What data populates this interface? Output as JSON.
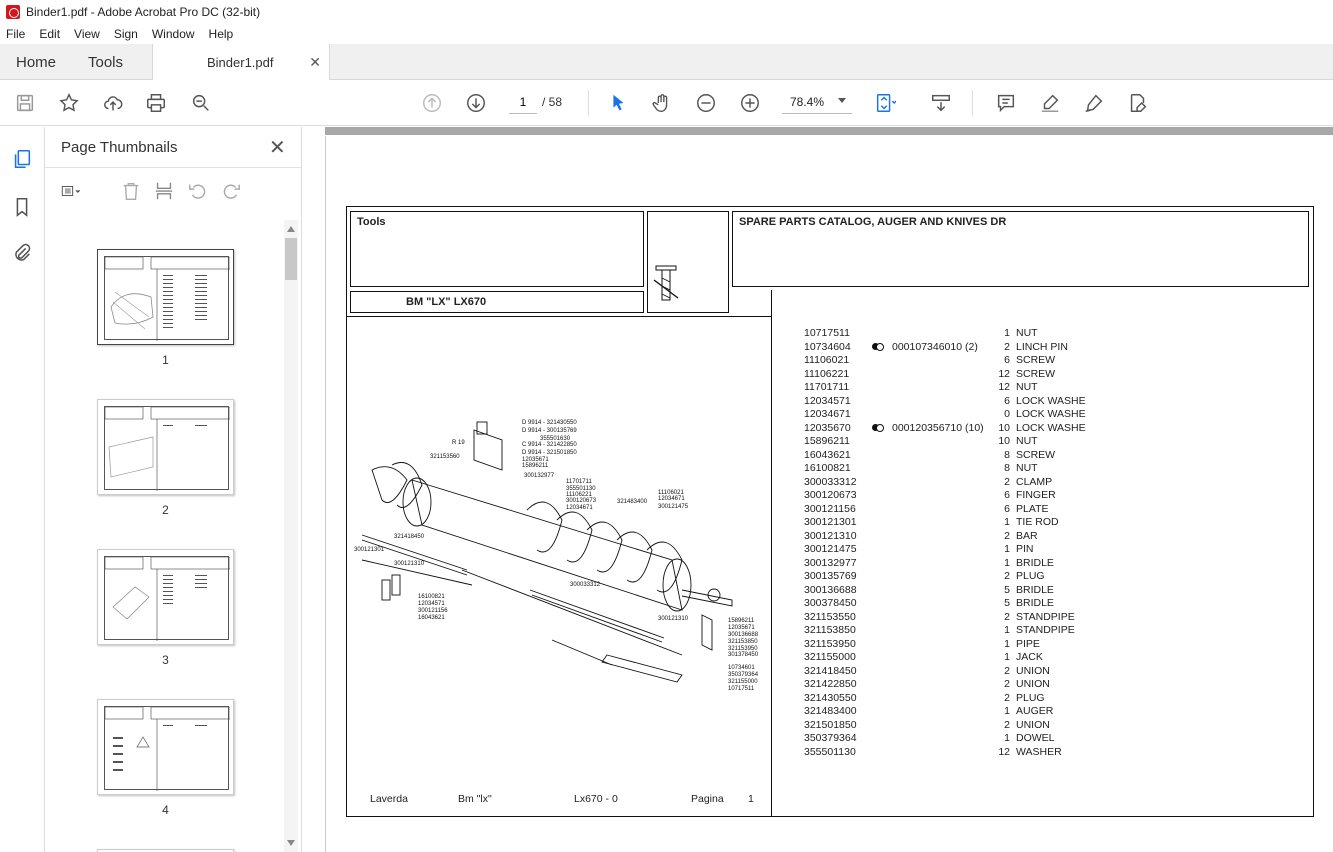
{
  "window": {
    "title": "Binder1.pdf - Adobe Acrobat Pro DC (32-bit)"
  },
  "menu": [
    "File",
    "Edit",
    "View",
    "Sign",
    "Window",
    "Help"
  ],
  "tabs": {
    "home": "Home",
    "tools": "Tools",
    "document": "Binder1.pdf"
  },
  "toolbar": {
    "page_current": "1",
    "page_total": "/ 58",
    "zoom": "78.4%"
  },
  "thumbnails": {
    "title": "Page Thumbnails",
    "pages": [
      "1",
      "2",
      "3",
      "4"
    ]
  },
  "document": {
    "header_left": "Tools",
    "header_right": "SPARE PARTS CATALOG, AUGER AND KNIVES DR",
    "model": "BM \"LX\" LX670",
    "footer": {
      "brand": "Laverda",
      "series": "Bm \"lx\"",
      "model": "Lx670 - 0",
      "page_label": "Pagina",
      "page_no": "1"
    },
    "parts": [
      {
        "code": "10717511",
        "alt": "",
        "qty": "1",
        "desc": "NUT"
      },
      {
        "code": "10734604",
        "alt": "000107346010  (2)",
        "qty": "2",
        "desc": "LINCH PIN"
      },
      {
        "code": "11106021",
        "alt": "",
        "qty": "6",
        "desc": "SCREW"
      },
      {
        "code": "11106221",
        "alt": "",
        "qty": "12",
        "desc": "SCREW"
      },
      {
        "code": "11701711",
        "alt": "",
        "qty": "12",
        "desc": "NUT"
      },
      {
        "code": "12034571",
        "alt": "",
        "qty": "6",
        "desc": "LOCK WASHE"
      },
      {
        "code": "12034671",
        "alt": "",
        "qty": "0",
        "desc": "LOCK WASHE"
      },
      {
        "code": "12035670",
        "alt": "000120356710  (10)",
        "qty": "10",
        "desc": "LOCK WASHE"
      },
      {
        "code": "15896211",
        "alt": "",
        "qty": "10",
        "desc": "NUT"
      },
      {
        "code": "16043621",
        "alt": "",
        "qty": "8",
        "desc": "SCREW"
      },
      {
        "code": "16100821",
        "alt": "",
        "qty": "8",
        "desc": "NUT"
      },
      {
        "code": "300033312",
        "alt": "",
        "qty": "2",
        "desc": "CLAMP"
      },
      {
        "code": "300120673",
        "alt": "",
        "qty": "6",
        "desc": "FINGER"
      },
      {
        "code": "300121156",
        "alt": "",
        "qty": "6",
        "desc": "PLATE"
      },
      {
        "code": "300121301",
        "alt": "",
        "qty": "1",
        "desc": "TIE ROD"
      },
      {
        "code": "300121310",
        "alt": "",
        "qty": "2",
        "desc": "BAR"
      },
      {
        "code": "300121475",
        "alt": "",
        "qty": "1",
        "desc": "PIN"
      },
      {
        "code": "300132977",
        "alt": "",
        "qty": "1",
        "desc": "BRIDLE"
      },
      {
        "code": "300135769",
        "alt": "",
        "qty": "2",
        "desc": "PLUG"
      },
      {
        "code": "300136688",
        "alt": "",
        "qty": "5",
        "desc": "BRIDLE"
      },
      {
        "code": "300378450",
        "alt": "",
        "qty": "5",
        "desc": "BRIDLE"
      },
      {
        "code": "321153550",
        "alt": "",
        "qty": "2",
        "desc": "STANDPIPE"
      },
      {
        "code": "321153850",
        "alt": "",
        "qty": "1",
        "desc": "STANDPIPE"
      },
      {
        "code": "321153950",
        "alt": "",
        "qty": "1",
        "desc": "PIPE"
      },
      {
        "code": "321155000",
        "alt": "",
        "qty": "1",
        "desc": "JACK"
      },
      {
        "code": "321418450",
        "alt": "",
        "qty": "2",
        "desc": "UNION"
      },
      {
        "code": "321422850",
        "alt": "",
        "qty": "2",
        "desc": "UNION"
      },
      {
        "code": "321430550",
        "alt": "",
        "qty": "2",
        "desc": "PLUG"
      },
      {
        "code": "321483400",
        "alt": "",
        "qty": "1",
        "desc": "AUGER"
      },
      {
        "code": "321501850",
        "alt": "",
        "qty": "2",
        "desc": "UNION"
      },
      {
        "code": "350379364",
        "alt": "",
        "qty": "1",
        "desc": "DOWEL"
      },
      {
        "code": "355501130",
        "alt": "",
        "qty": "12",
        "desc": "WASHER"
      }
    ],
    "diagram_labels": [
      "D 9914 - 321430550",
      "D 9914 - 300135769",
      "355501630",
      "C 9914 - 321422850",
      "D 9914 - 321501850",
      "12035671",
      "15896211",
      "R 19",
      "321153560",
      "11701711",
      "355501130",
      "11106221",
      "300120673",
      "12034671",
      "300132977",
      "11106021",
      "12034671",
      "300121475",
      "321483400",
      "321418450",
      "300121301",
      "300121310",
      "300033312",
      "16100821",
      "12034571",
      "300121156",
      "16043621",
      "300121310",
      "15896211",
      "12035671",
      "300136688",
      "321153850",
      "321153950",
      "301378450",
      "10734601",
      "350379364",
      "321155000",
      "10717511"
    ]
  }
}
